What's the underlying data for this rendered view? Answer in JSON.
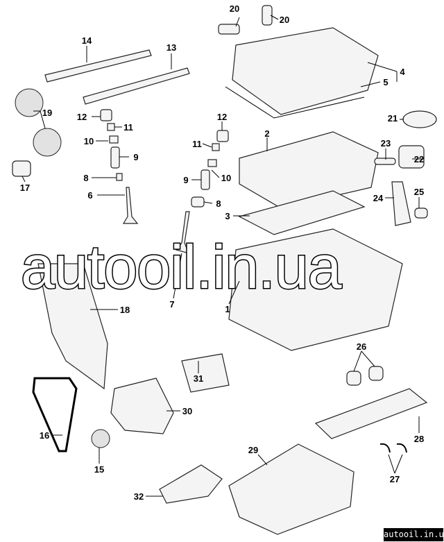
{
  "callouts": [
    "20",
    "20",
    "14",
    "13",
    "4",
    "5",
    "19",
    "12",
    "11",
    "12",
    "21",
    "2",
    "10",
    "9",
    "11",
    "23",
    "22",
    "10",
    "9",
    "8",
    "17",
    "6",
    "24",
    "25",
    "8",
    "3",
    "7",
    "1",
    "18",
    "26",
    "31",
    "30",
    "16",
    "28",
    "29",
    "15",
    "27",
    "32"
  ],
  "watermark": "autooil.in.ua",
  "footer": "autooil.in.ua"
}
